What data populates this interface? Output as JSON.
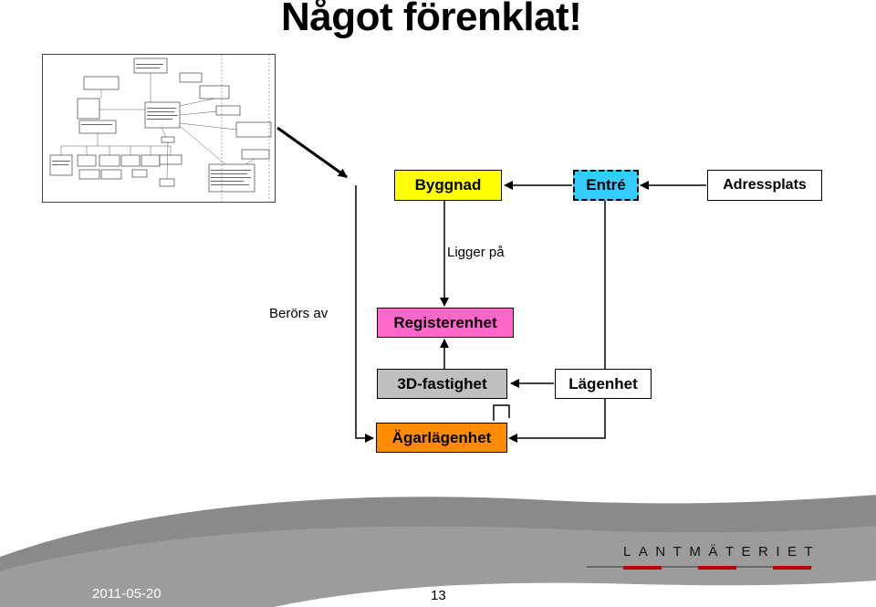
{
  "slide": {
    "title": "Något förenklat!",
    "date": "2011-05-20",
    "page": "13"
  },
  "logo": {
    "text": "LANTMÄTERIET"
  },
  "diagram": {
    "nodes": {
      "byggnad": "Byggnad",
      "entre": "Entré",
      "adressplats": "Adressplats",
      "registerenhet": "Registerenhet",
      "fastighet3d": "3D-fastighet",
      "lagenhet": "Lägenhet",
      "agarlagenhet": "Ägarlägenhet"
    },
    "relations": {
      "ligger_pa": "Ligger på",
      "berors_av": "Berörs av"
    }
  },
  "colors": {
    "byggnad": "#FFFF00",
    "entre": "#33CCFF",
    "adressplats": "#FFFFFF",
    "registerenhet": "#FF66CC",
    "fastighet3d": "#BFBFBF",
    "lagenhet": "#FFFFFF",
    "agarlagenhet": "#FF8C00",
    "footer_band": "#8A8A8A",
    "logo_bar_red": "#C00000"
  }
}
